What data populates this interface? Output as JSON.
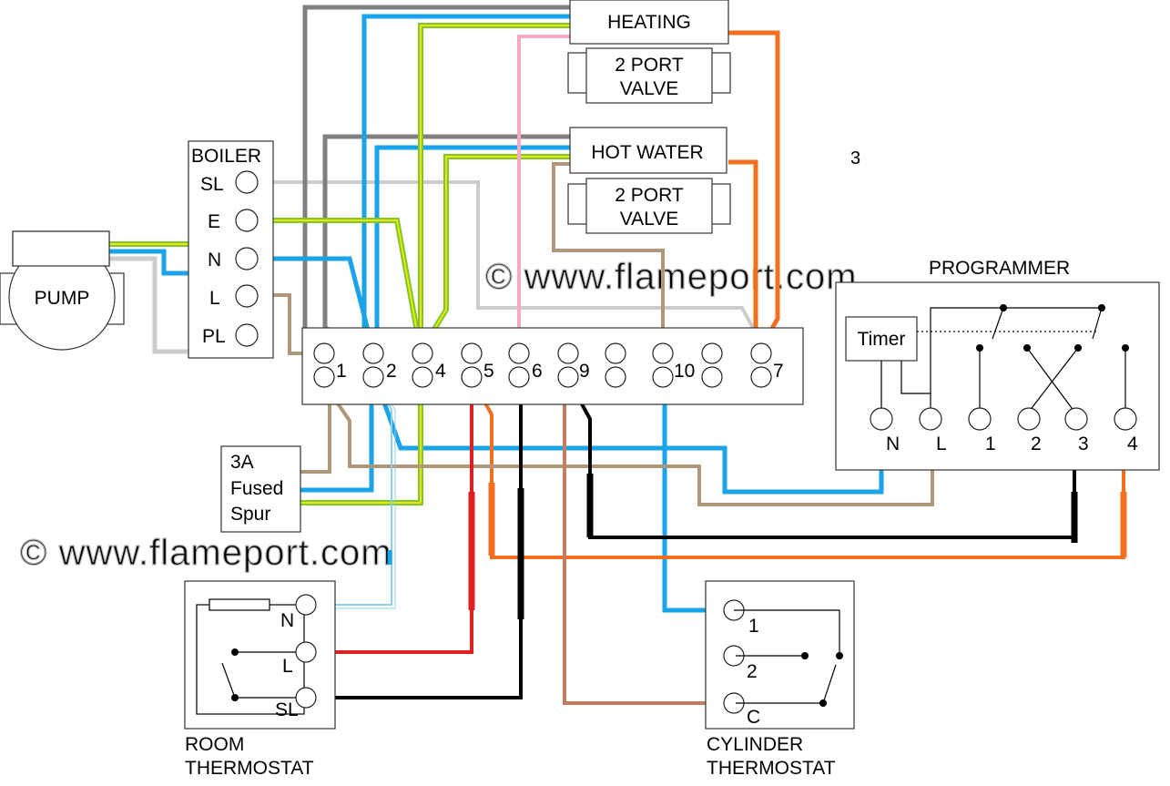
{
  "watermarks": [
    "© www.flameport.com",
    "© www.flameport.com"
  ],
  "stray_mark": "3",
  "components": {
    "heating_label": "HEATING",
    "heating_valve": [
      "2 PORT",
      "VALVE"
    ],
    "hot_water_label": "HOT WATER",
    "hot_water_valve": [
      "2 PORT",
      "VALVE"
    ],
    "boiler": {
      "title": "BOILER",
      "terminals": [
        "SL",
        "E",
        "N",
        "L",
        "PL"
      ]
    },
    "pump": "PUMP",
    "fused_spur": [
      "3A",
      "Fused",
      "Spur"
    ],
    "junction_box": {
      "terminals": [
        "1",
        "2",
        "4",
        "5",
        "6",
        "9",
        "10",
        "7"
      ]
    },
    "programmer": {
      "title": "PROGRAMMER",
      "timer": "Timer",
      "terminals": [
        "N",
        "L",
        "1",
        "2",
        "3",
        "4"
      ]
    },
    "room_thermostat": {
      "title": [
        "ROOM",
        "THERMOSTAT"
      ],
      "terminals": [
        "N",
        "L",
        "SL"
      ]
    },
    "cylinder_thermostat": {
      "title": [
        "CYLINDER",
        "THERMOSTAT"
      ],
      "terminals": [
        "1",
        "2",
        "C"
      ]
    }
  },
  "wire_colors": {
    "grey": "#808080",
    "blue": "#1aa3e8",
    "green_yellow": "#7cc832",
    "pink": "#f5a9c3",
    "orange": "#f07020",
    "light_grey": "#cccccc",
    "brown": "#b0977a",
    "red": "#e02020",
    "black": "#000000",
    "copper": "#c08060",
    "light_blue": "#8ecfee"
  }
}
